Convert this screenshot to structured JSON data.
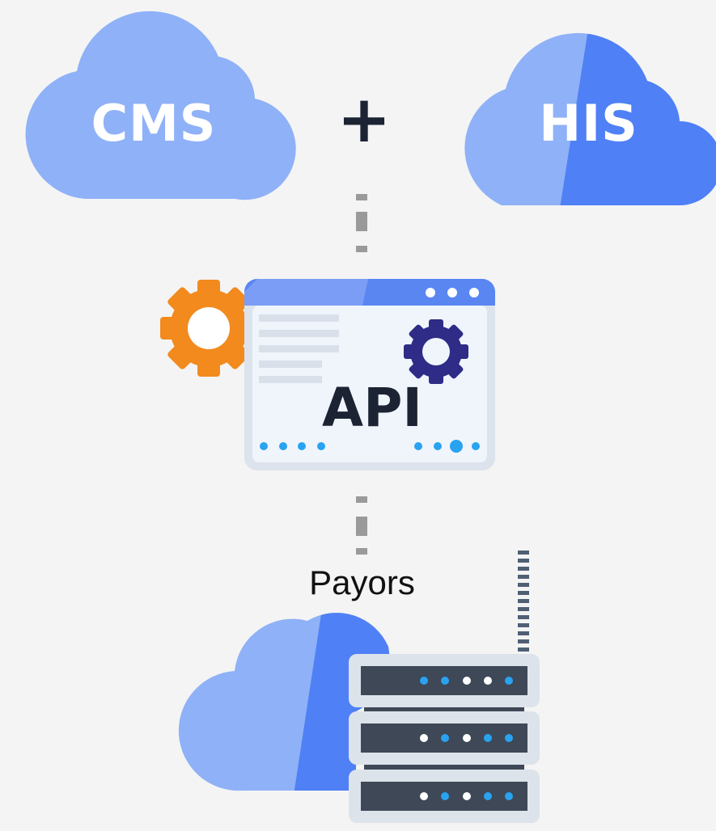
{
  "nodes": {
    "cms": {
      "label": "CMS"
    },
    "connector": {
      "symbol": "+"
    },
    "his": {
      "label": "HIS"
    },
    "api": {
      "label": "API"
    },
    "payors": {
      "label": "Payors"
    }
  },
  "colors": {
    "background": "#f4f4f4",
    "cloud_light": "#8fb1f7",
    "cloud_dark": "#4f80f5",
    "gear_orange": "#f28a1e",
    "gear_navy": "#2e2c87",
    "window_bar": "#5a86f2",
    "window_bar_light": "#7b9df5",
    "window_body": "#f0f5fc",
    "window_frame": "#dce3ec",
    "dot_blue": "#29a3f0",
    "server_dark": "#3e4857",
    "server_frame": "#dde3ea",
    "dashed_line": "#9a9a9a",
    "antenna": "#4f6075"
  },
  "icons": [
    "cloud-icon",
    "gear-icon",
    "browser-window-icon",
    "server-rack-icon"
  ]
}
